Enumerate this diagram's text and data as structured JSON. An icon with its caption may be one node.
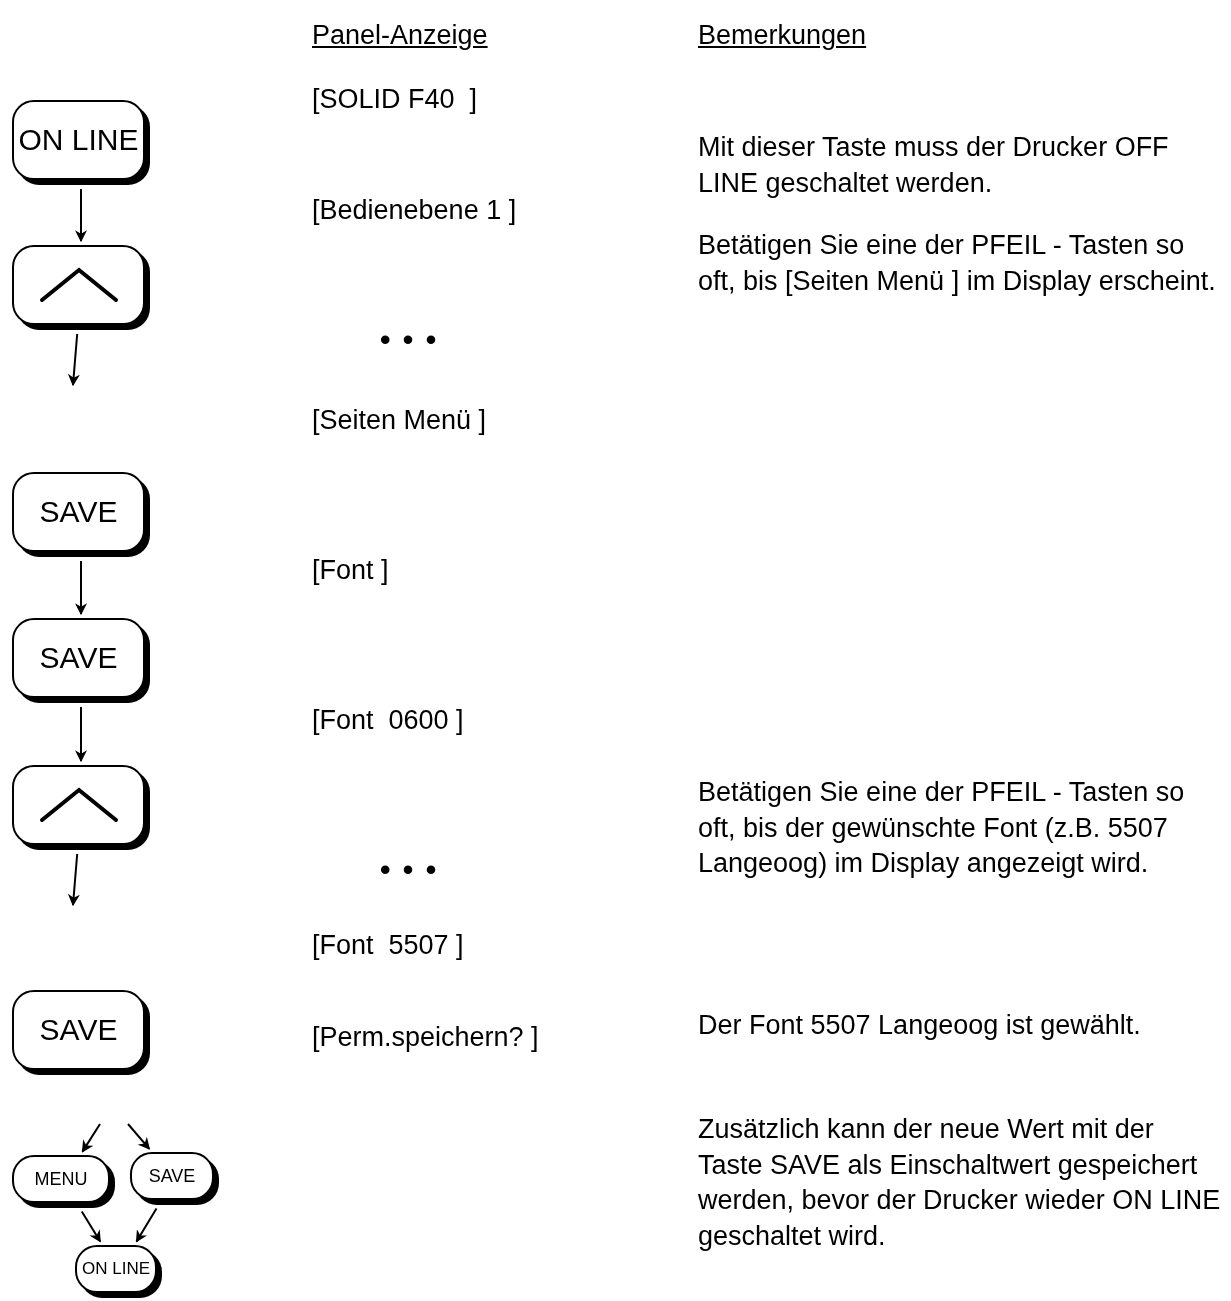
{
  "diagram": {
    "nodes": [
      {
        "text": [
          "ON LINE"
        ]
      },
      {
        "text": [],
        "shape": "box"
      },
      {
        "text": [
          "SAVE"
        ]
      },
      {
        "text": [
          "SAVE"
        ]
      },
      {
        "text": [],
        "shape": "box"
      },
      {
        "text": [
          "SAVE"
        ]
      },
      {
        "text": [
          "MENU"
        ]
      },
      {
        "text": [
          "SAVE"
        ]
      },
      {
        "text": [
          "ON LINE"
        ]
      }
    ],
    "edges": [
      {
        "from": 0,
        "to": 1,
        "arrow": "to"
      },
      {
        "from": 1,
        "to": null,
        "arrow": "to"
      },
      {
        "from": 2,
        "to": 3,
        "arrow": "to"
      },
      {
        "from": 3,
        "to": 4,
        "arrow": "to"
      },
      {
        "from": 4,
        "to": null,
        "arrow": "to"
      },
      {
        "from": null,
        "to": 6,
        "arrow": "to"
      },
      {
        "from": null,
        "to": 7,
        "arrow": "to"
      },
      {
        "from": 6,
        "to": 8,
        "arrow": "to"
      },
      {
        "from": 7,
        "to": 8,
        "arrow": "to"
      }
    ],
    "labels": [
      "Panel-Anzeige",
      "Bemerkungen",
      "[SOLID F40  ]",
      "Mit dieser Taste muss der Drucker OFF LINE geschaltet werden.",
      "[Bedienebene 1 ]",
      "Betätigen Sie eine der PFEIL - Tasten so oft, bis [Seiten Menü ] im Display erscheint.",
      "• • •",
      "[Seiten Menü ]",
      "[Font ]",
      "[Font  0600 ]",
      "Betätigen Sie eine der PFEIL - Tasten so oft, bis der gewünschte Font (z.B. 5507 Langeoog) im Display angezeigt wird.",
      "• • •",
      "[Font  5507 ]",
      "Der Font 5507 Langeoog ist gewählt.",
      "[Perm.speichern? ]",
      "Zusätzlich kann der neue Wert mit der Taste SAVE als Einschaltwert gespeichert werden, bevor der Drucker wieder ON LINE geschaltet wird."
    ]
  }
}
